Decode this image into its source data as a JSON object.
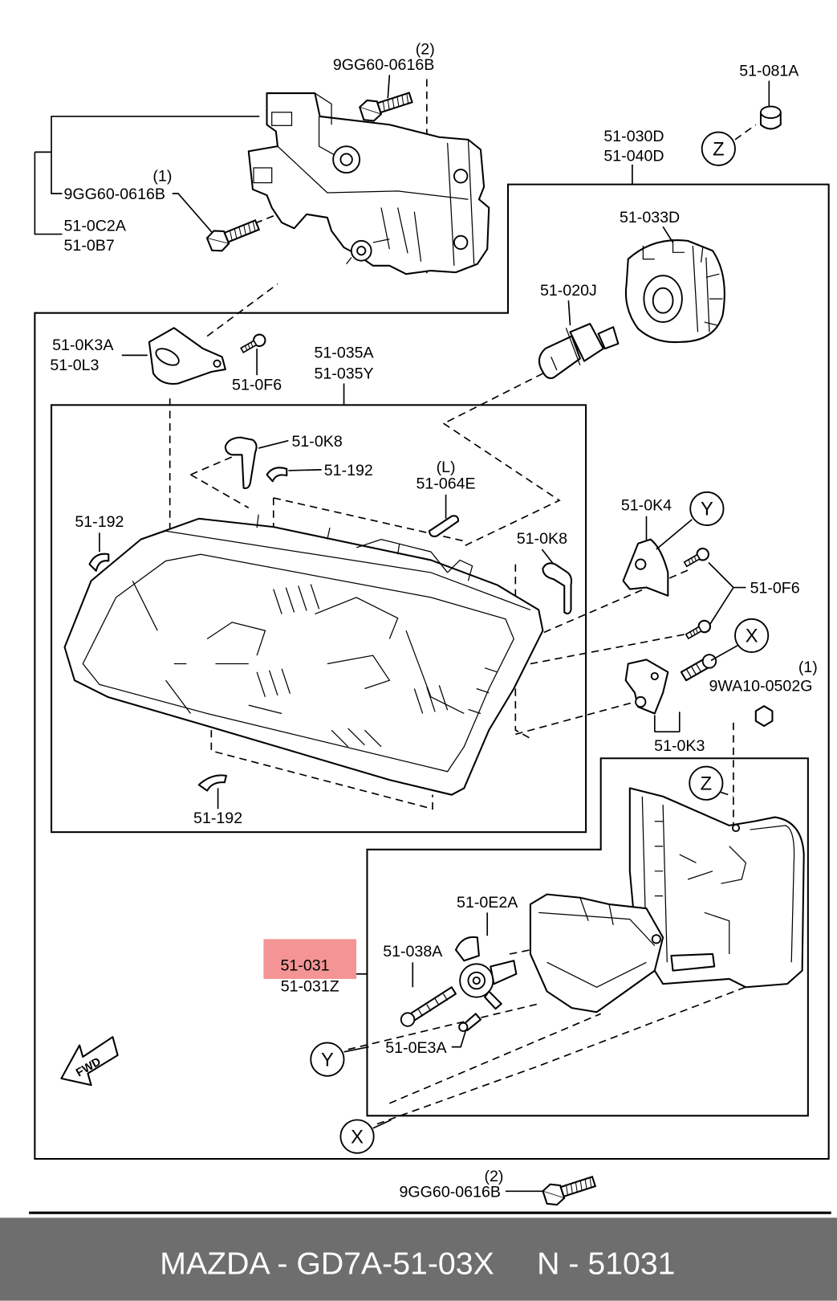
{
  "callouts": {
    "top_bolt_qty": "(2)",
    "top_bolt": "9GG60-0616B",
    "cap": "51-081A",
    "z_top": "Z",
    "bracket_a": "51-030D",
    "bracket_b": "51-040D",
    "left_bolt_qty": "(1)",
    "left_bolt": "9GG60-0616B",
    "mount_a": "51-0C2A",
    "mount_b": "51-0B7",
    "socket_cover": "51-033D",
    "bulb": "51-020J",
    "pad_a": "51-0K3A",
    "pad_b": "51-0L3",
    "screw_top": "51-0F6",
    "headlamp_a": "51-035A",
    "headlamp_b": "51-035Y",
    "clip_k8_top": "51-0K8",
    "clip_192_top": "51-192",
    "pin_qty": "(L)",
    "pin": "51-064E",
    "clip_192_left": "51-192",
    "bracket_k4": "51-0K4",
    "y_right": "Y",
    "clip_k8_right": "51-0K8",
    "screw_right": "51-0F6",
    "x_right": "X",
    "nut_qty": "(1)",
    "nut": "9WA10-0502G",
    "bracket_k3": "51-0K3",
    "clip_192_bottom": "51-192",
    "z_lower": "Z",
    "adjuster": "51-0E2A",
    "unit_a": "51-031",
    "unit_b": "51-031Z",
    "adjust_screw": "51-038A",
    "adjust_bolt": "51-0E3A",
    "y_lower": "Y",
    "fwd": "FWD",
    "x_lower": "X",
    "bottom_bolt_qty": "(2)",
    "bottom_bolt": "9GG60-0616B"
  },
  "footer": {
    "left": "MAZDA - GD7A-51-03X",
    "right": "N - 51031"
  },
  "colors": {
    "highlight": "#f49494",
    "footer_bg": "#6e6e6e"
  }
}
